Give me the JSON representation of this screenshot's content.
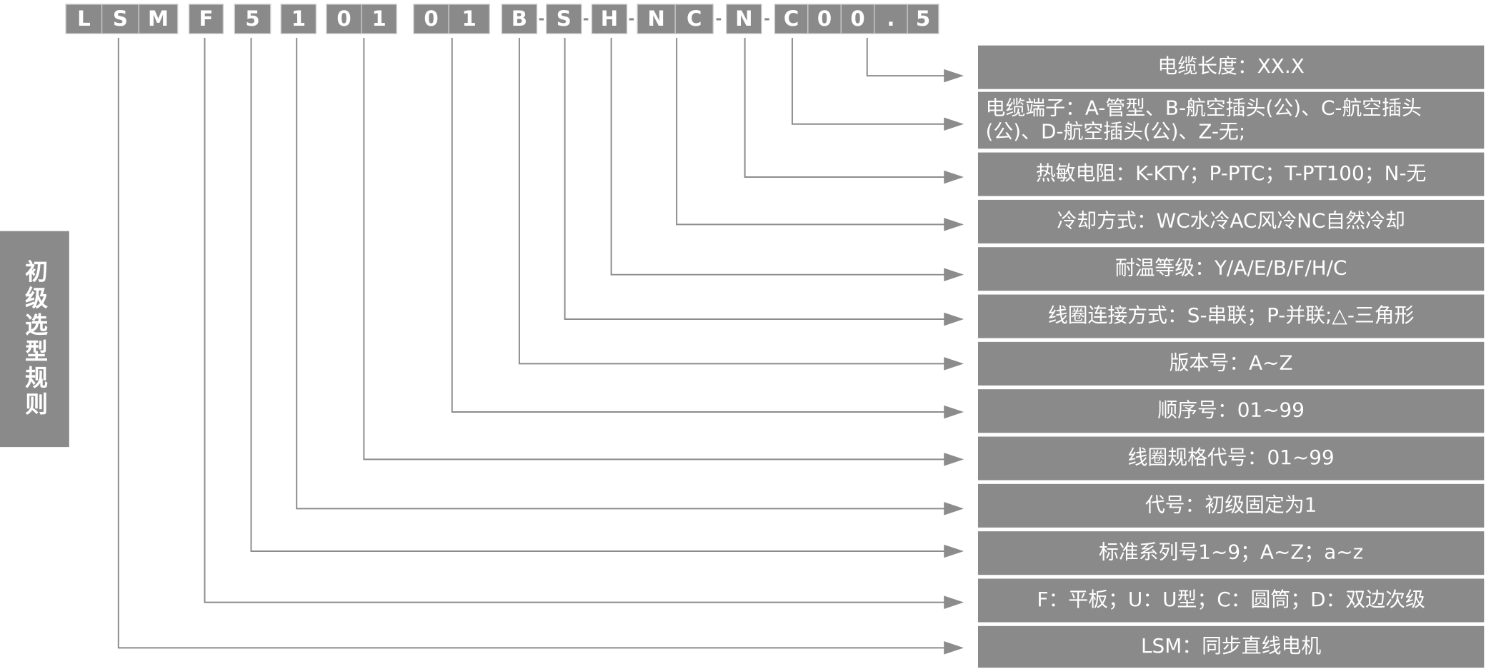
{
  "side_label": "初级选型规则",
  "code_chars": [
    "L",
    "S",
    "M",
    "F",
    "5",
    "1",
    "0",
    "1",
    "0",
    "1",
    "B",
    "S",
    "H",
    "N",
    "C",
    "N",
    "C",
    "0",
    "0",
    ".",
    "5"
  ],
  "separator": "-",
  "descriptions": [
    "电缆长度：XX.X",
    "电缆端子：A-管型、B-航空插头(公)、C-航空插头(公)、D-航空插头(公)、Z-无;",
    "热敏电阻：K-KTY；P-PTC；T-PT100；N-无",
    "冷却方式：WC水冷AC风冷NC自然冷却",
    "耐温等级：Y/A/E/B/F/H/C",
    "线圈连接方式：S-串联；P-并联;△-三角形",
    "版本号：A~Z",
    "顺序号：01~99",
    "线圈规格代号：01~99",
    "代号：初级固定为1",
    "标准系列号1~9；A~Z；a~z",
    "F：平板；U：U型；C：圆筒；D：双边次级",
    "LSM：同步直线电机"
  ],
  "colors": {
    "box": "#8a8a8a",
    "line": "#8c8c8c",
    "text": "#ffffff"
  }
}
